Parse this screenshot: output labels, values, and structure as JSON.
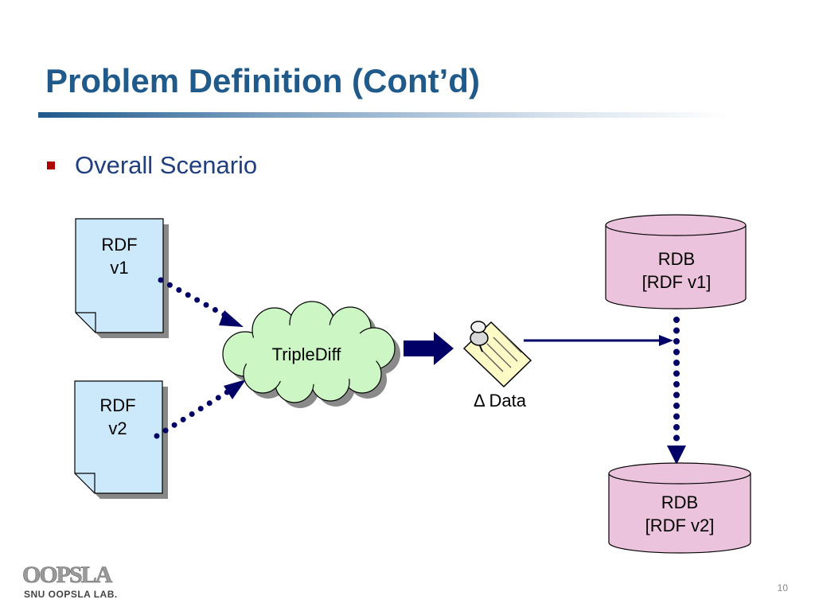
{
  "slide": {
    "title": "Problem Definition (Cont’d)",
    "bullet": "Overall Scenario",
    "page_number": "10"
  },
  "diagram": {
    "doc1": {
      "line1": "RDF",
      "line2": "v1"
    },
    "doc2": {
      "line1": "RDF",
      "line2": "v2"
    },
    "process": "TripleDiff",
    "delta": "Δ Data",
    "db1": {
      "line1": "RDB",
      "line2": "[RDF v1]"
    },
    "db2": {
      "line1": "RDB",
      "line2": "[RDF v2]"
    }
  },
  "logo": {
    "mark": "OOPSLA",
    "caption": "SNU OOPSLA LAB."
  },
  "colors": {
    "title": "#1f5a8a",
    "bullet_text": "#1f3f80",
    "bullet_mark": "#b00000",
    "doc_fill": "#cce8fb",
    "cloud_fill": "#ccf7c4",
    "db_fill": "#ecc3dc",
    "connector": "#000066"
  },
  "icons": {
    "delta_icon": "pinned-note-icon"
  }
}
